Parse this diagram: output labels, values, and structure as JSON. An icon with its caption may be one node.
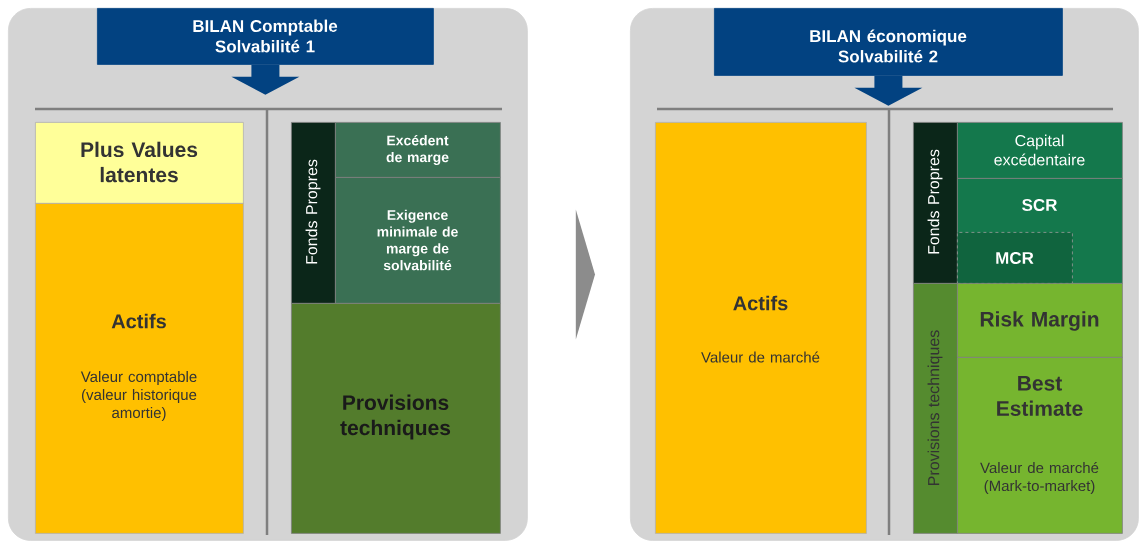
{
  "diagram": {
    "nodes": [
      {
        "text": [],
        "shape": "box"
      },
      {
        "text": [
          "BILAN Comptable Solvabilité 1"
        ],
        "in": 0
      },
      {
        "text": [
          "Plus Values latentes"
        ],
        "in": 0
      },
      {
        "text": [
          "Actifs",
          "Valeur comptable (valeur historique amortie)"
        ],
        "in": 0
      },
      {
        "text": [
          "Fonds Propres"
        ],
        "in": 0
      },
      {
        "text": [
          "Excédent de marge"
        ],
        "in": 0
      },
      {
        "text": [
          "Exigence minimale de marge de solvabilité"
        ],
        "in": 0
      },
      {
        "text": [
          "Provisions techniques"
        ],
        "in": 0
      },
      {
        "text": [],
        "shape": "box"
      },
      {
        "text": [
          "BILAN économique Solvabilité 2"
        ],
        "in": 8
      },
      {
        "text": [
          "Actifs",
          "Valeur de marché"
        ],
        "in": 8
      },
      {
        "text": [
          "Fonds Propres"
        ],
        "in": 8
      },
      {
        "text": [
          "Capital excédentaire"
        ],
        "in": 8
      },
      {
        "text": [
          "SCR"
        ],
        "in": 8
      },
      {
        "text": [
          "MCR"
        ],
        "in": 13
      },
      {
        "text": [
          "Provisions techniques"
        ],
        "in": 8
      },
      {
        "text": [
          "Risk Margin"
        ],
        "in": 8
      },
      {
        "text": [
          "Best Estimate",
          "Valeur de marché (Mark-to-market)"
        ],
        "in": 8
      }
    ],
    "edges": [
      {
        "from": 0,
        "to": 8,
        "arrow": "to"
      },
      {
        "from": 1,
        "to": null,
        "arrow": "to"
      },
      {
        "from": 9,
        "to": null,
        "arrow": "to"
      }
    ]
  }
}
